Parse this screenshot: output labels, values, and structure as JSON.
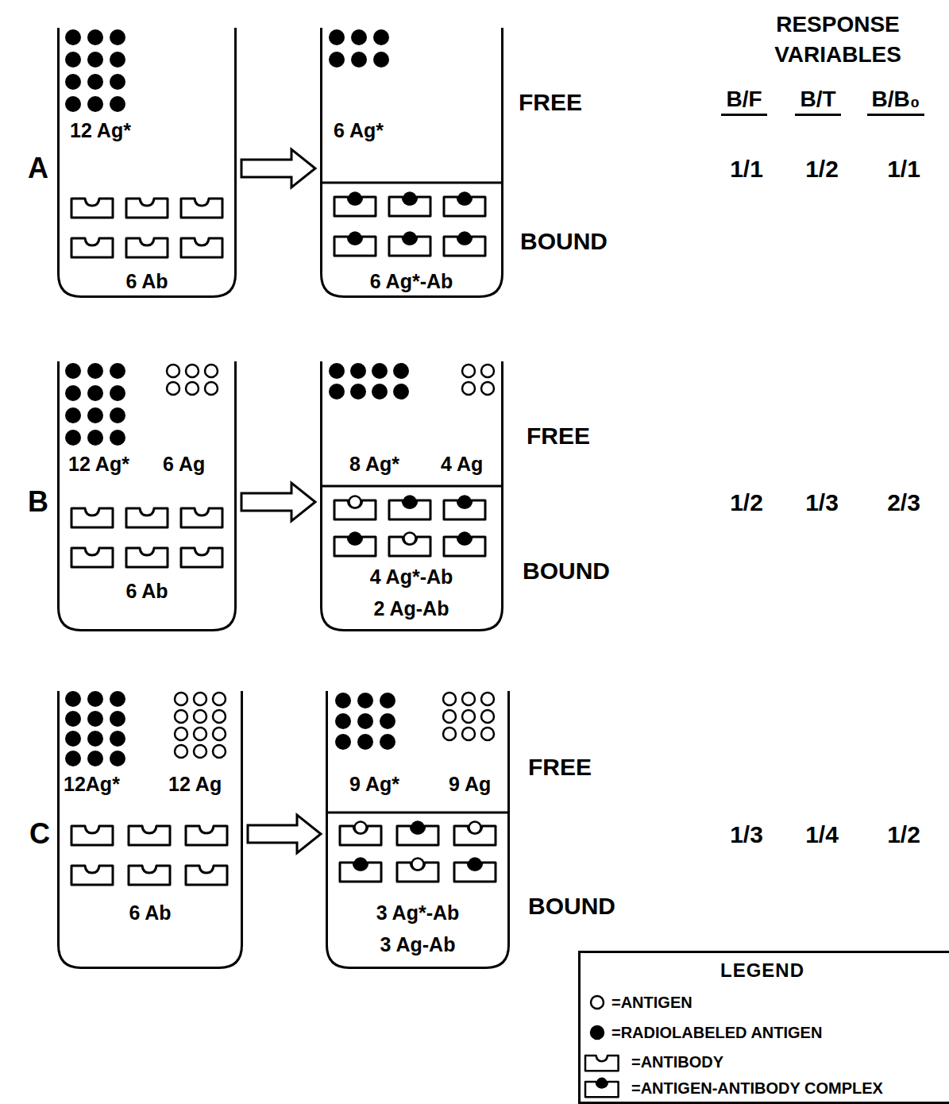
{
  "diagram": {
    "nodes": [
      {
        "text": [
          "12 Ag*",
          "6 Ab"
        ]
      },
      {
        "text": [
          "6 Ag*",
          "6 Ag*-Ab"
        ]
      },
      {
        "text": [
          "12 Ag*",
          "6 Ag",
          "6 Ab"
        ]
      },
      {
        "text": [
          "8 Ag*",
          "4 Ag",
          "4 Ag*-Ab",
          "2 Ag-Ab"
        ]
      },
      {
        "text": [
          "12Ag*",
          "12 Ag",
          "6 Ab"
        ]
      },
      {
        "text": [
          "9 Ag*",
          "9 Ag",
          "3 Ag*-Ab",
          "3 Ag-Ab"
        ]
      },
      {
        "text": [
          "LEGEND"
        ]
      }
    ],
    "edges": [
      {
        "from": 0,
        "to": 1,
        "arrow": "to"
      },
      {
        "from": 2,
        "to": 3,
        "arrow": "to"
      },
      {
        "from": 4,
        "to": 5,
        "arrow": "to"
      }
    ],
    "labels": [
      "RESPONSE VARIABLES",
      "B/F",
      "B/T",
      "B/B₀",
      "A",
      "FREE",
      "1/1",
      "1/2",
      "1/1",
      "BOUND",
      "B",
      "FREE",
      "1/2",
      "1/3",
      "2/3",
      "BOUND",
      "C",
      "FREE",
      "1/3",
      "1/4",
      "1/2",
      "BOUND"
    ],
    "legend": [
      {
        "text": "=ANTIGEN"
      },
      {
        "text": "=RADIOLABELED ANTIGEN"
      },
      {
        "text": "=ANTIBODY"
      },
      {
        "text": "=ANTIGEN-ANTIBODY COMPLEX"
      }
    ]
  }
}
